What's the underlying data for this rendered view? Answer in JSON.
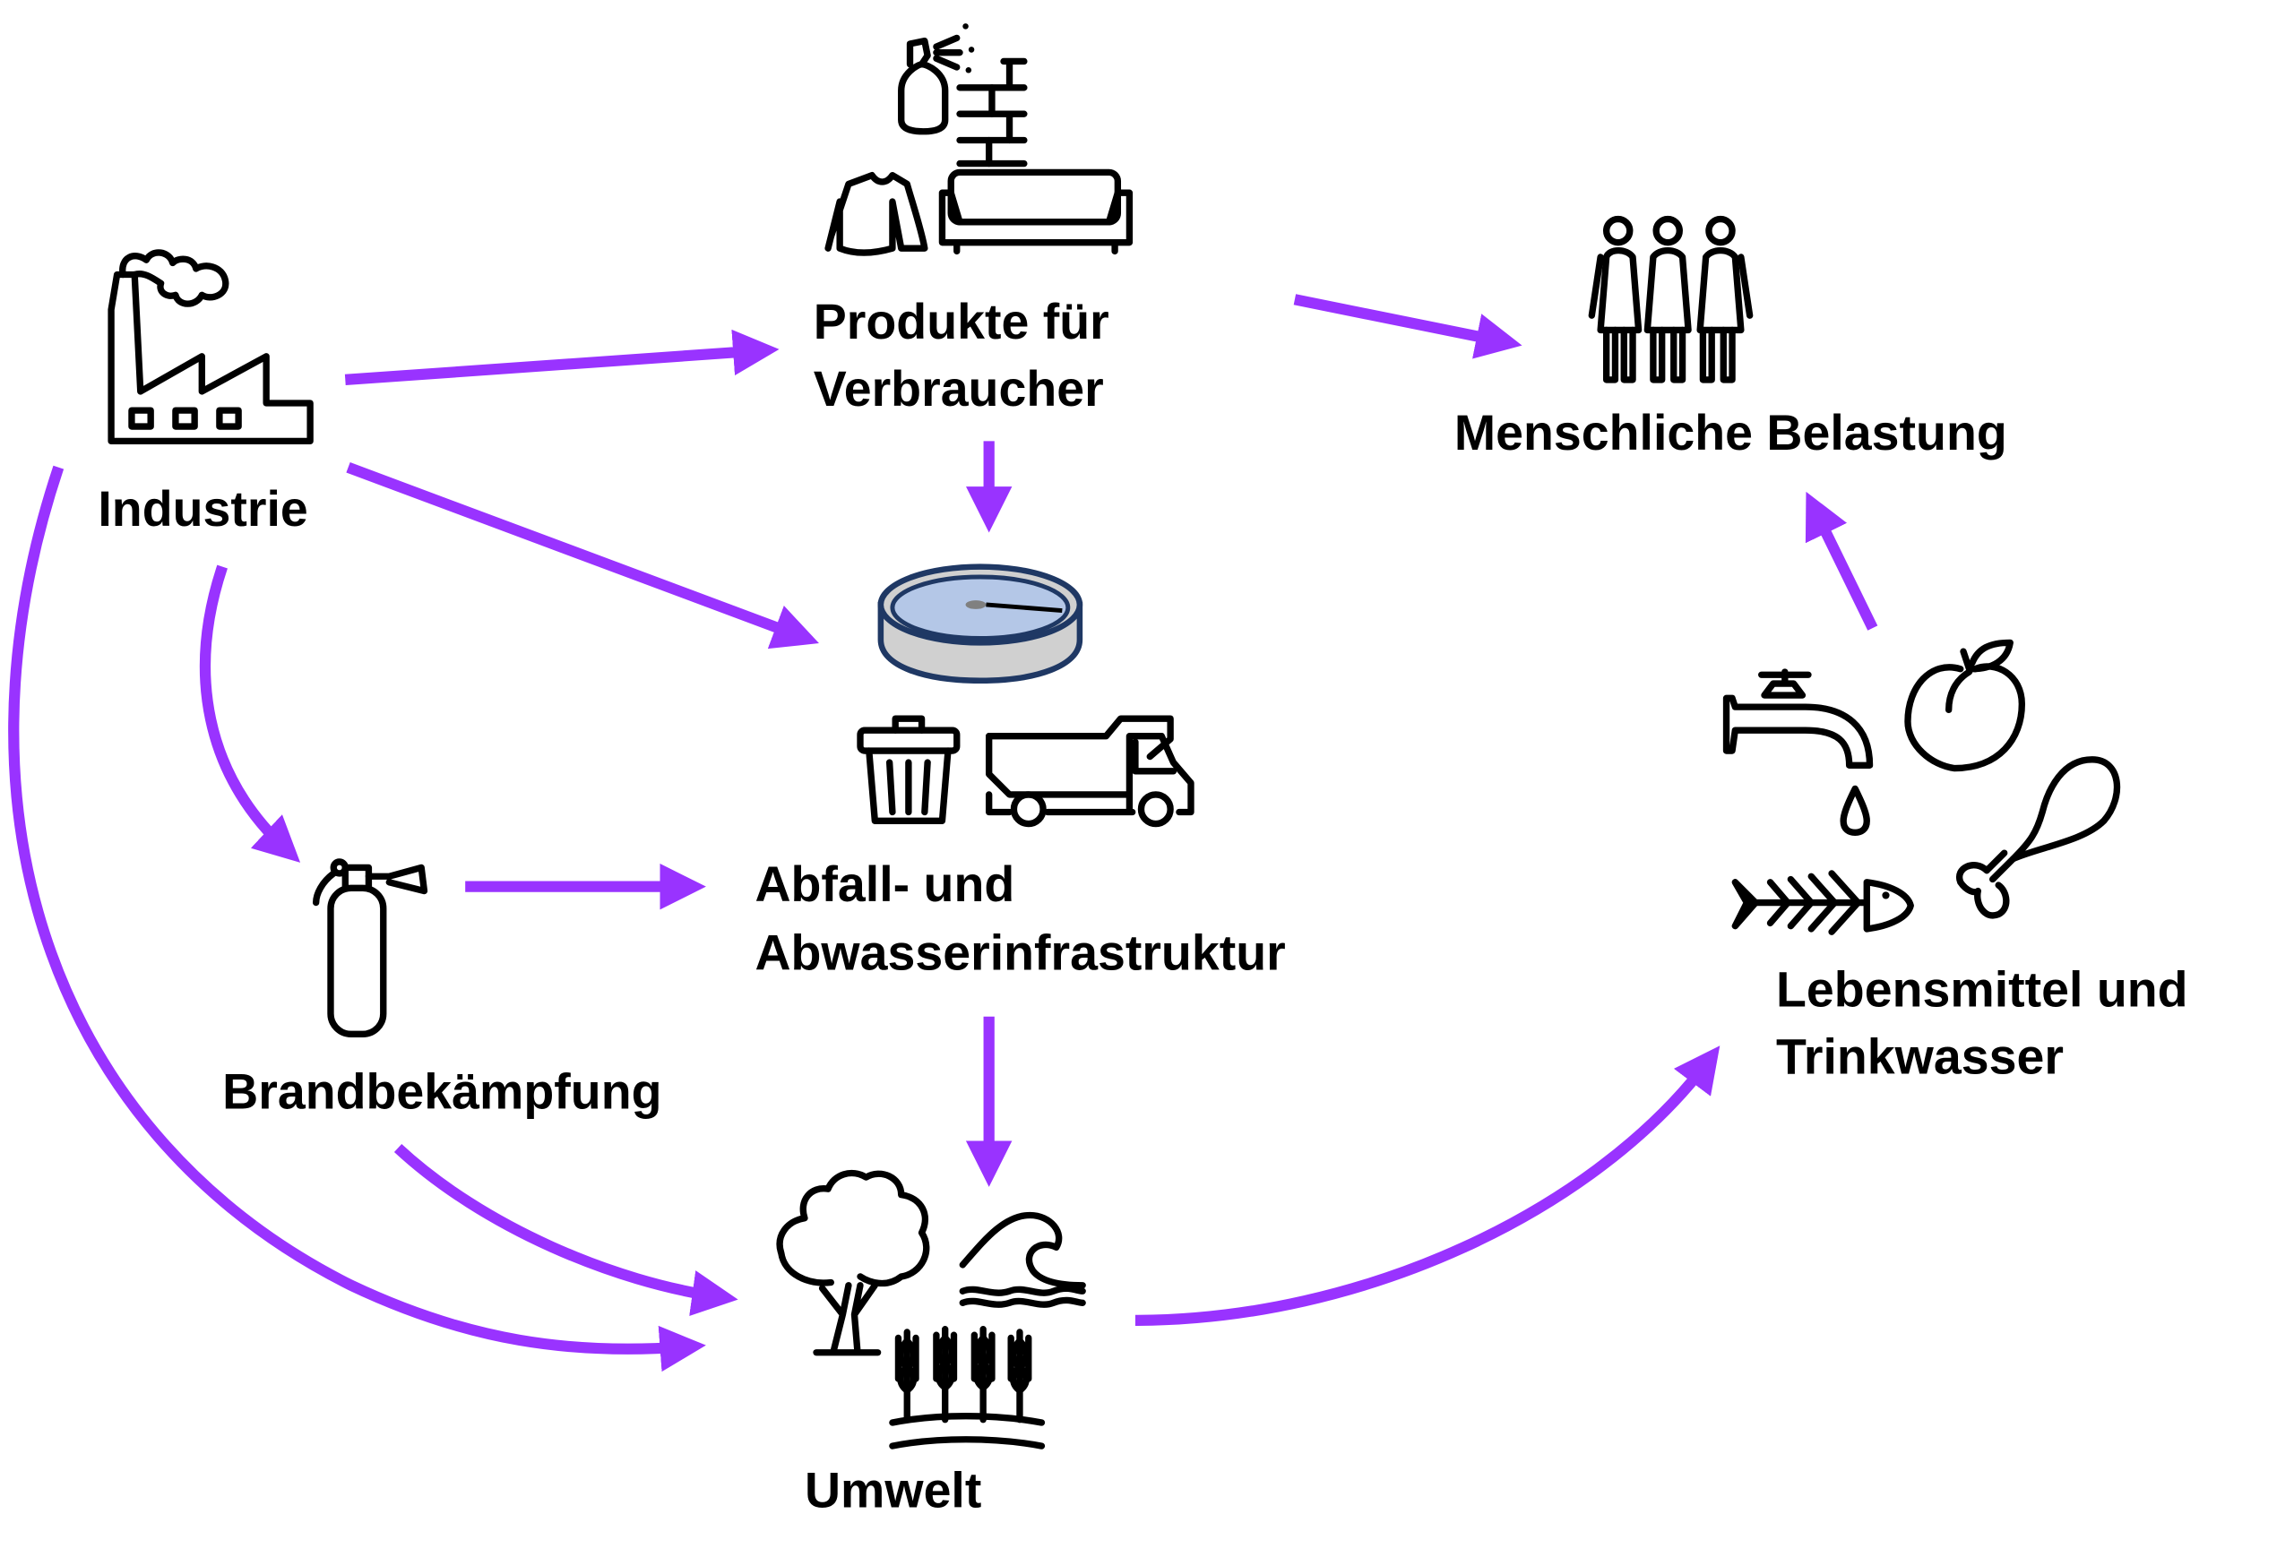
{
  "diagram": {
    "title": "",
    "arrow_color": "#9933ff",
    "tank_colors": {
      "rim": "#1f3864",
      "water": "#b4c7e7",
      "wall": "#d0d0d0",
      "hub": "#808080"
    },
    "nodes": [
      {
        "id": "industrie",
        "label_lines": [
          "Industrie"
        ],
        "icons": [
          "factory-icon"
        ]
      },
      {
        "id": "produkte",
        "label_lines": [
          "Produkte für",
          "Verbraucher"
        ],
        "icons": [
          "spray-can-icon",
          "brick-wall-icon",
          "shirt-icon",
          "sofa-icon"
        ]
      },
      {
        "id": "menschliche",
        "label_lines": [
          "Menschliche Belastung"
        ],
        "icons": [
          "people-group-icon"
        ]
      },
      {
        "id": "abfall",
        "label_lines": [
          "Abfall- und",
          "Abwasserinfrastruktur"
        ],
        "icons": [
          "clarifier-tank-icon",
          "trash-can-icon",
          "dump-truck-icon"
        ]
      },
      {
        "id": "brand",
        "label_lines": [
          "Brandbekämpfung"
        ],
        "icons": [
          "fire-extinguisher-icon"
        ]
      },
      {
        "id": "lebensmittel",
        "label_lines": [
          "Lebensmittel und",
          "Trinkwasser"
        ],
        "icons": [
          "water-tap-icon",
          "water-drop-icon",
          "peach-icon",
          "fish-bone-icon",
          "chicken-leg-icon"
        ]
      },
      {
        "id": "umwelt",
        "label_lines": [
          "Umwelt"
        ],
        "icons": [
          "tree-icon",
          "wave-icon",
          "wheat-field-icon"
        ]
      }
    ],
    "edges": [
      {
        "from": "industrie",
        "to": "produkte"
      },
      {
        "from": "industrie",
        "to": "abfall"
      },
      {
        "from": "industrie",
        "to": "brand"
      },
      {
        "from": "industrie",
        "to": "umwelt"
      },
      {
        "from": "produkte",
        "to": "abfall"
      },
      {
        "from": "produkte",
        "to": "menschliche"
      },
      {
        "from": "brand",
        "to": "abfall"
      },
      {
        "from": "brand",
        "to": "umwelt"
      },
      {
        "from": "abfall",
        "to": "umwelt"
      },
      {
        "from": "umwelt",
        "to": "lebensmittel"
      },
      {
        "from": "lebensmittel",
        "to": "menschliche"
      }
    ]
  }
}
